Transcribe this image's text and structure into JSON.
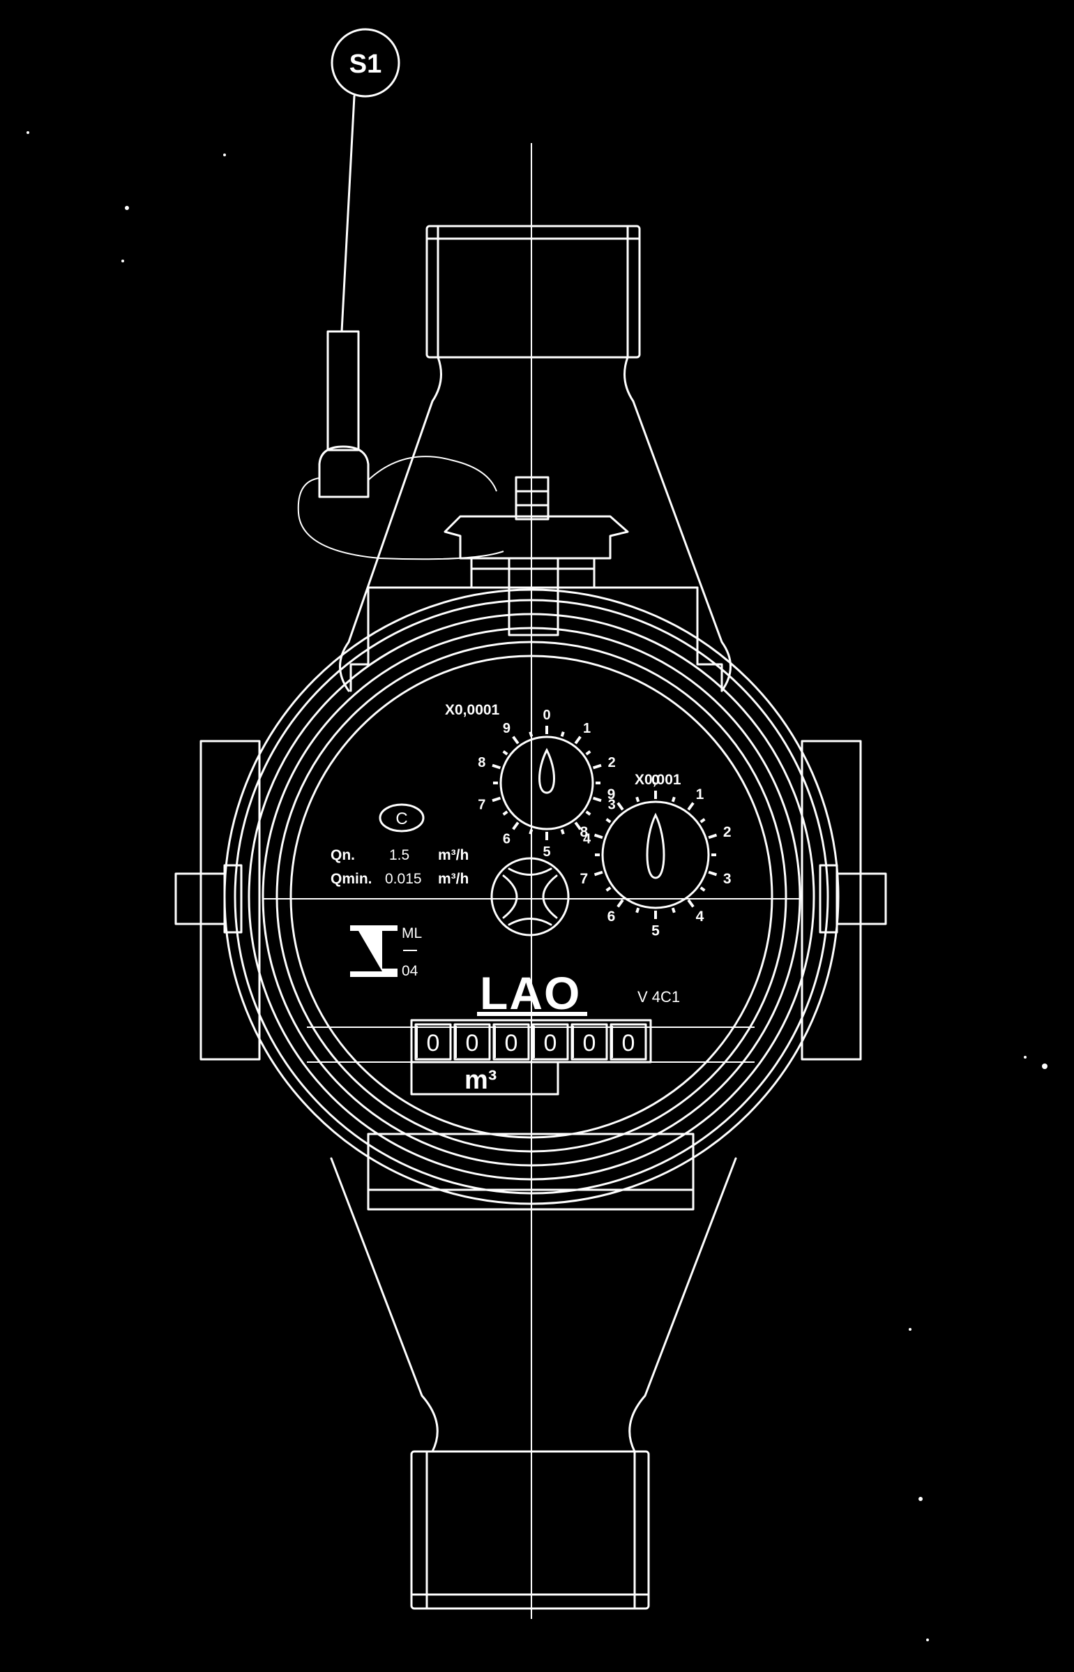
{
  "callout": {
    "label": "S1"
  },
  "dial_small": {
    "label": "X0,0001",
    "numerals": [
      "0",
      "1",
      "2",
      "3",
      "4",
      "5",
      "6",
      "7",
      "8",
      "9"
    ]
  },
  "dial_large": {
    "label": "X0,001",
    "numerals": [
      "0",
      "1",
      "2",
      "3",
      "4",
      "5",
      "6",
      "7",
      "8",
      "9"
    ]
  },
  "certification": {
    "symbol": "C"
  },
  "specs": {
    "qn_label": "Qn.",
    "qn_value": "1.5",
    "qn_unit": "m³/h",
    "qmin_label": "Qmin.",
    "qmin_value": "0.015",
    "qmin_unit": "m³/h"
  },
  "approval": {
    "top": "ML",
    "bottom": "04"
  },
  "brand": {
    "name": "LAO",
    "model": "V 4C1"
  },
  "counter": {
    "digits": [
      "0",
      "0",
      "0",
      "0",
      "0",
      "0"
    ],
    "unit": "m³"
  },
  "colors": {
    "background": "#000000",
    "line": "#ffffff"
  }
}
